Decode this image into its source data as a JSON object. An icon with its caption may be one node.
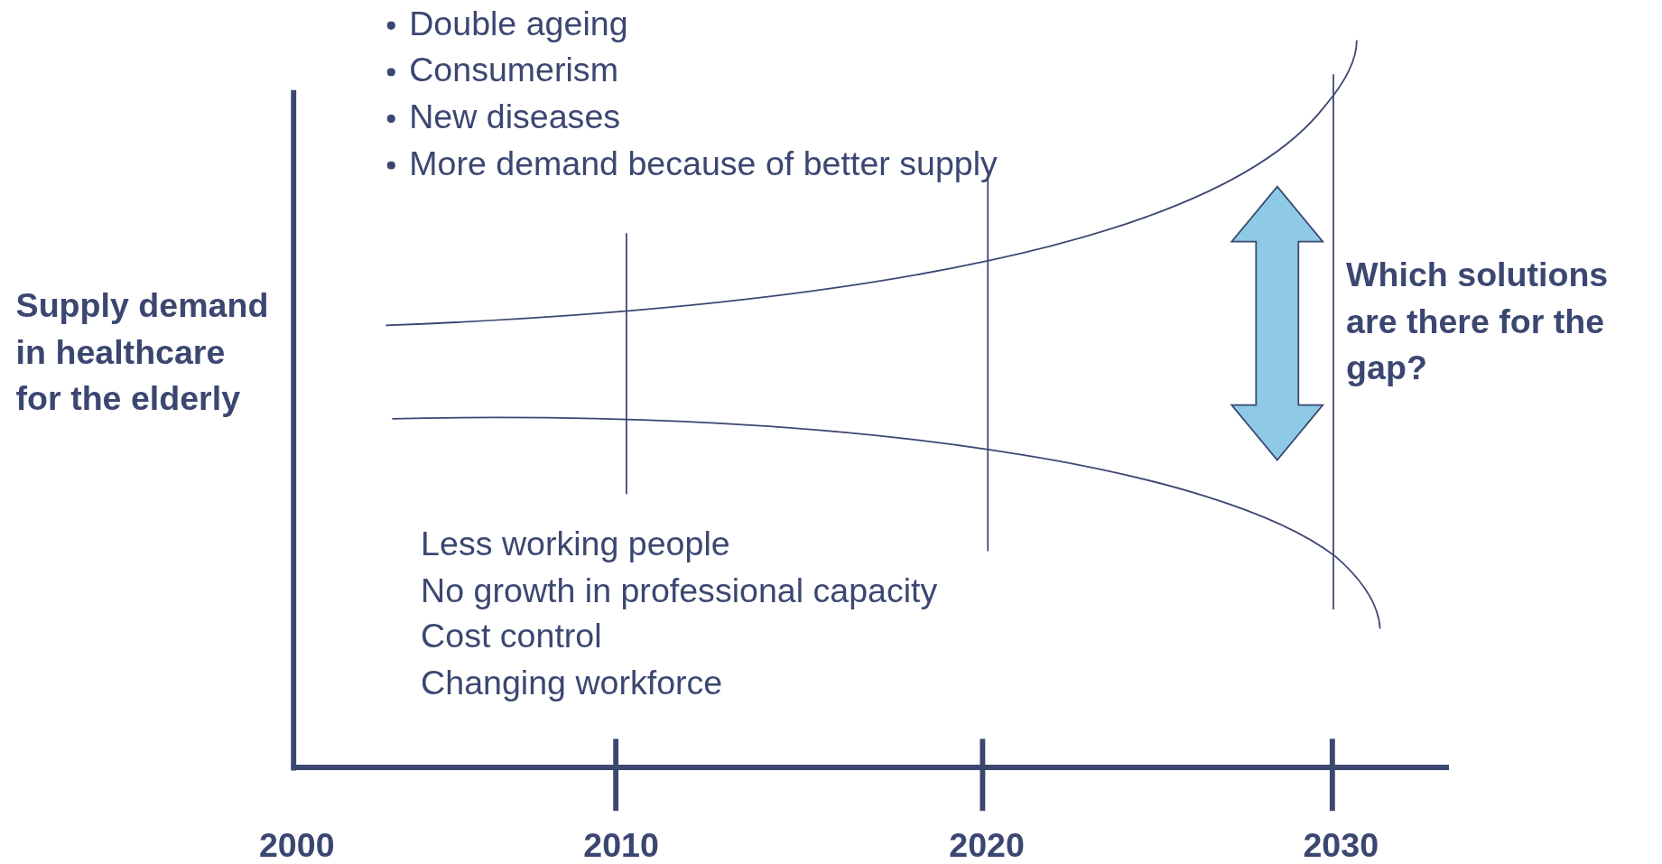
{
  "diagram": {
    "labels": [
      "Double ageing",
      "Consumerism",
      "New diseases",
      "More demand because of better supply",
      "Supply demand in healthcare for the elderly",
      "Which solutions are there for the gap?",
      "Less working people",
      "No growth in professional capacity",
      "Cost control",
      "Changing workforce",
      "2000",
      "2010",
      "2020",
      "2030"
    ]
  }
}
